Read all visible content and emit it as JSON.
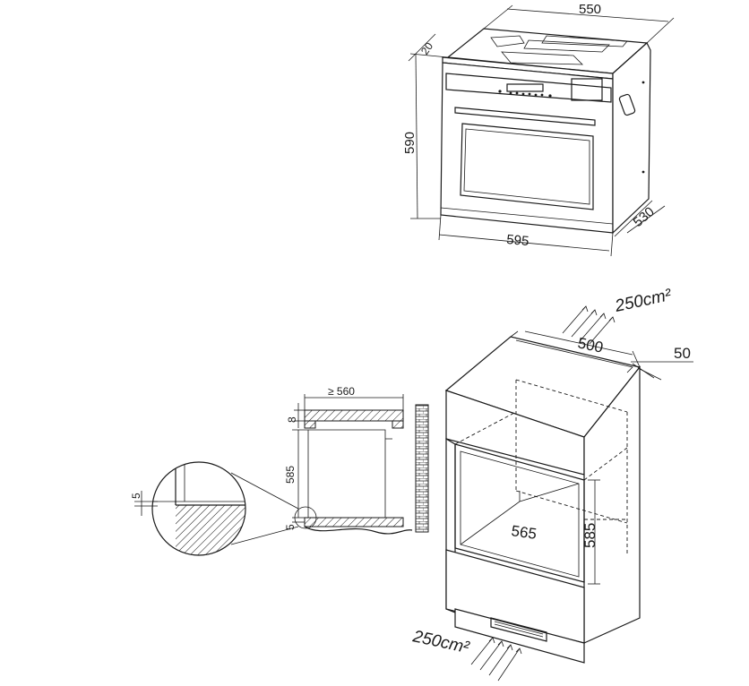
{
  "oven_dimensions": {
    "depth_top": "550",
    "front_panel": "20",
    "height": "590",
    "width": "595",
    "depth_side": "530"
  },
  "section_view": {
    "min_width": "≥ 560",
    "top_board": "8",
    "opening_height": "585",
    "base_offset": "5",
    "detail_gap": "5"
  },
  "cabinet": {
    "vent_top": "250cm²",
    "vent_top_width": "500",
    "rear_gap": "50",
    "opening_width": "565",
    "opening_height": "585",
    "vent_bottom": "250cm²"
  }
}
